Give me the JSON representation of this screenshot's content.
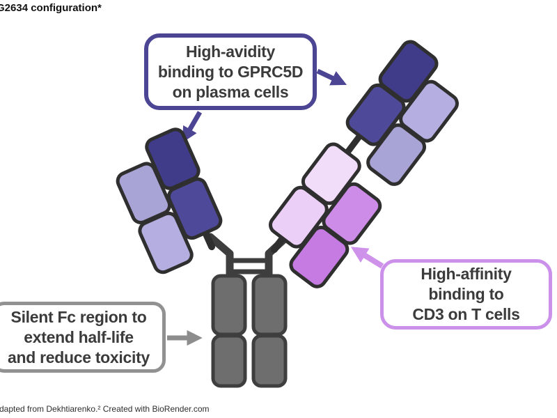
{
  "title": "G2634 configuration*",
  "footnote": "dapted from Dekhtiarenko.² Created with BioRender.com",
  "callouts": {
    "gprc5d": {
      "text": "High-avidity\nbinding to GPRC5D\non plasma cells",
      "border_color": "#4b4593"
    },
    "cd3": {
      "text": "High-affinity\nbinding to\nCD3 on T cells",
      "border_color": "#cb90ea"
    },
    "fc": {
      "text": "Silent Fc region to\nextend half-life\nand reduce toxicity",
      "border_color": "#919191"
    }
  },
  "icons": {
    "gprc5d_arrow_down": "arrow pointing down-left to left Fab arm",
    "gprc5d_arrow_right": "arrow pointing down-right to right Fab arm",
    "cd3_arrow": "arrow pointing up-left to CD3-binding domain",
    "fc_arrow": "arrow pointing right to Fc stem"
  },
  "antibody": {
    "regions": {
      "left_fab": "GPRC5D-binding Fab (indigo heavy chain, lavender light chain)",
      "right_fab_upper": "GPRC5D-binding Fab (indigo heavy chain, lavender light chain)",
      "right_fab_lower": "CD3-binding Fab (light-pink chain, orchid chain)",
      "fc": "Silent Fc region (gray, two chains with hinge rungs)"
    }
  },
  "palette": {
    "indigo_dark": "#413c8a",
    "indigo_mid": "#4f4999",
    "lavender": "#a9a4d6",
    "lavender_light": "#b4afe0",
    "pink_light": "#f1dcf9",
    "pink_mid": "#eccff7",
    "orchid": "#cd8ce7",
    "orchid_deep": "#c57be1",
    "fc_gray": "#6e6e6e",
    "fc_outline": "#3e3e3e",
    "chain_outline": "#2f2f2f",
    "arrow_indigo": "#4b4593",
    "arrow_gray": "#8d8d8d",
    "arrow_orchid": "#cf92ea",
    "text_dark": "#3b3b3b"
  }
}
